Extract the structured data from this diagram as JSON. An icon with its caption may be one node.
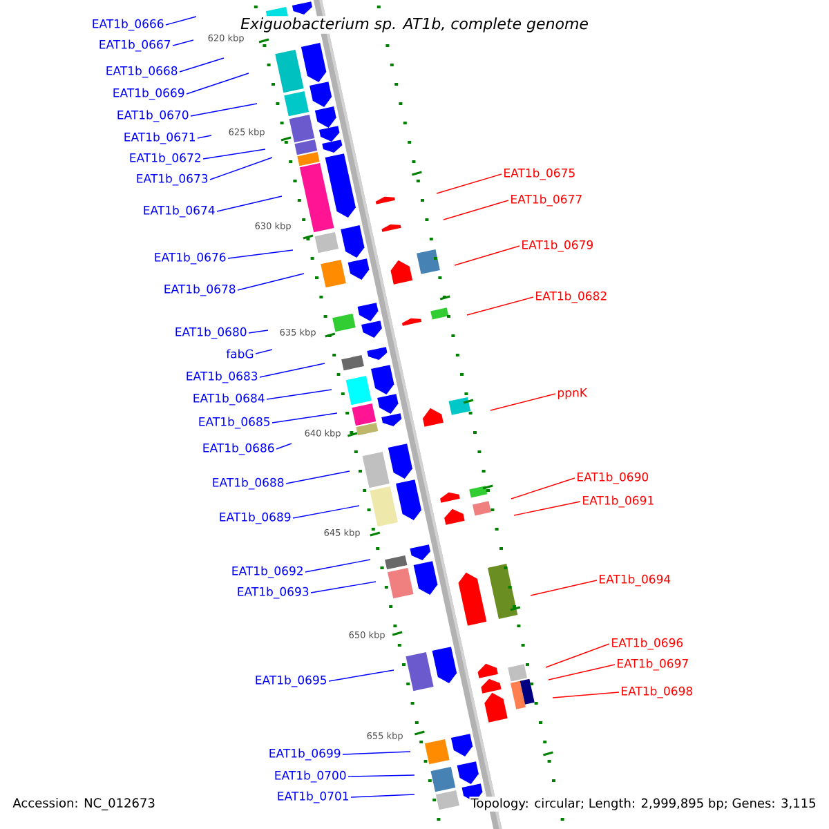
{
  "diagram": {
    "title": "*Exiguobacterium sp.* *AT1b*, complete genome",
    "nodes": [
      {
        "text": [
          "EAT1b_0666"
        ]
      },
      {
        "text": [
          "EAT1b_0667"
        ]
      },
      {
        "text": [
          "EAT1b_0668"
        ]
      },
      {
        "text": [
          "EAT1b_0669"
        ]
      },
      {
        "text": [
          "EAT1b_0670"
        ]
      },
      {
        "text": [
          "EAT1b_0671"
        ]
      },
      {
        "text": [
          "EAT1b_0672"
        ]
      },
      {
        "text": [
          "EAT1b_0673"
        ]
      },
      {
        "text": [
          "EAT1b_0674"
        ]
      },
      {
        "text": [
          "EAT1b_0676"
        ]
      },
      {
        "text": [
          "EAT1b_0678"
        ]
      },
      {
        "text": [
          "EAT1b_0680"
        ]
      },
      {
        "text": [
          "fabG"
        ]
      },
      {
        "text": [
          "EAT1b_0683"
        ]
      },
      {
        "text": [
          "EAT1b_0684"
        ]
      },
      {
        "text": [
          "EAT1b_0685"
        ]
      },
      {
        "text": [
          "EAT1b_0686"
        ]
      },
      {
        "text": [
          "EAT1b_0688"
        ]
      },
      {
        "text": [
          "EAT1b_0689"
        ]
      },
      {
        "text": [
          "EAT1b_0692"
        ]
      },
      {
        "text": [
          "EAT1b_0693"
        ]
      },
      {
        "text": [
          "EAT1b_0695"
        ]
      },
      {
        "text": [
          "EAT1b_0699"
        ]
      },
      {
        "text": [
          "EAT1b_0700"
        ]
      },
      {
        "text": [
          "EAT1b_0701"
        ]
      },
      {
        "text": [
          "EAT1b_0675"
        ]
      },
      {
        "text": [
          "EAT1b_0677"
        ]
      },
      {
        "text": [
          "EAT1b_0679"
        ]
      },
      {
        "text": [
          "EAT1b_0682"
        ]
      },
      {
        "text": [
          "ppnK"
        ]
      },
      {
        "text": [
          "EAT1b_0690"
        ]
      },
      {
        "text": [
          "EAT1b_0691"
        ]
      },
      {
        "text": [
          "EAT1b_0694"
        ]
      },
      {
        "text": [
          "EAT1b_0696"
        ]
      },
      {
        "text": [
          "EAT1b_0697"
        ]
      },
      {
        "text": [
          "EAT1b_0698"
        ]
      }
    ],
    "edges": [
      {
        "from": 0,
        "to": null,
        "arrow": "none"
      },
      {
        "from": 1,
        "to": null,
        "arrow": "none"
      },
      {
        "from": 2,
        "to": null,
        "arrow": "none"
      },
      {
        "from": 3,
        "to": null,
        "arrow": "none"
      },
      {
        "from": 4,
        "to": null,
        "arrow": "none"
      },
      {
        "from": 5,
        "to": null,
        "arrow": "none"
      },
      {
        "from": 6,
        "to": null,
        "arrow": "none"
      },
      {
        "from": 7,
        "to": null,
        "arrow": "none"
      },
      {
        "from": 8,
        "to": null,
        "arrow": "none"
      },
      {
        "from": 9,
        "to": null,
        "arrow": "none"
      },
      {
        "from": 10,
        "to": null,
        "arrow": "none"
      },
      {
        "from": 11,
        "to": null,
        "arrow": "none"
      },
      {
        "from": 12,
        "to": null,
        "arrow": "none"
      },
      {
        "from": 13,
        "to": null,
        "arrow": "none"
      },
      {
        "from": 14,
        "to": null,
        "arrow": "none"
      },
      {
        "from": 15,
        "to": null,
        "arrow": "none"
      },
      {
        "from": 16,
        "to": null,
        "arrow": "none"
      },
      {
        "from": 17,
        "to": null,
        "arrow": "none"
      },
      {
        "from": 18,
        "to": null,
        "arrow": "none"
      },
      {
        "from": 19,
        "to": null,
        "arrow": "none"
      },
      {
        "from": 20,
        "to": null,
        "arrow": "none"
      },
      {
        "from": 21,
        "to": null,
        "arrow": "none"
      },
      {
        "from": 22,
        "to": null,
        "arrow": "none"
      },
      {
        "from": 23,
        "to": null,
        "arrow": "none"
      },
      {
        "from": 24,
        "to": null,
        "arrow": "none"
      },
      {
        "from": 25,
        "to": null,
        "arrow": "none",
        "color": "#ff0000"
      },
      {
        "from": 26,
        "to": null,
        "arrow": "none",
        "color": "#ff0000"
      },
      {
        "from": 27,
        "to": null,
        "arrow": "none",
        "color": "#ff0000"
      },
      {
        "from": 28,
        "to": null,
        "arrow": "none",
        "color": "#ff0000"
      },
      {
        "from": 29,
        "to": null,
        "arrow": "none",
        "color": "#ff0000"
      },
      {
        "from": 30,
        "to": null,
        "arrow": "none",
        "color": "#ff0000"
      },
      {
        "from": 31,
        "to": null,
        "arrow": "none",
        "color": "#ff0000"
      },
      {
        "from": 32,
        "to": null,
        "arrow": "none",
        "color": "#ff0000"
      },
      {
        "from": 33,
        "to": null,
        "arrow": "none",
        "color": "#ff0000"
      },
      {
        "from": 34,
        "to": null,
        "arrow": "none",
        "color": "#ff0000"
      },
      {
        "from": 35,
        "to": null,
        "arrow": "none",
        "color": "#ff0000"
      }
    ],
    "labels": [
      "620 kbp",
      "625 kbp",
      "630 kbp",
      "635 kbp",
      "640 kbp",
      "645 kbp",
      "650 kbp",
      "655 kbp",
      "Accession: NC_012673",
      "Topology: circular; Length: 2,999,895 bp; Genes: 3,115"
    ]
  }
}
